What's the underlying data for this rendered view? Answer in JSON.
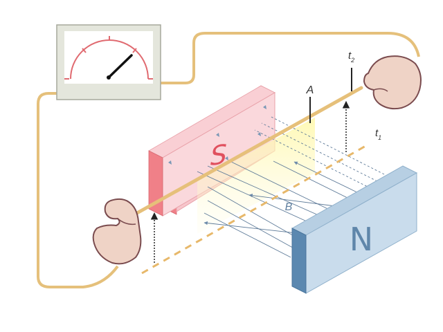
{
  "labels": {
    "rod": "A",
    "field": "B",
    "time_1_base": "t",
    "time_1_sub": "1",
    "time_2_base": "t",
    "time_2_sub": "2"
  },
  "poles": {
    "south": "S",
    "north": "N"
  },
  "icons": {
    "meter": "galvanometer-icon",
    "left_hand": "hand-icon",
    "right_hand": "hand-icon"
  },
  "colors": {
    "south_pole": "#f7c6cc",
    "north_pole": "#c9dcec",
    "wire": "#e5c07b",
    "field_lines": "#4a6a8a",
    "flux_highlight": "#fff5a0",
    "hand": "#efd3c6"
  }
}
